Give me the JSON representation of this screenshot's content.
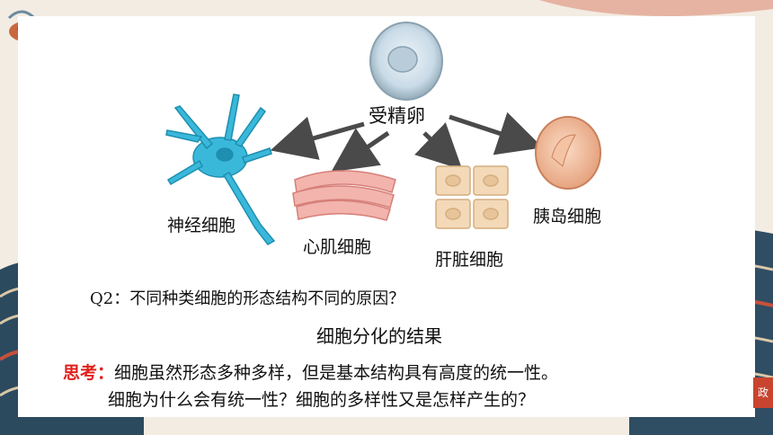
{
  "diagram": {
    "center_label": "受精卵",
    "cells": [
      {
        "label": "神经细胞"
      },
      {
        "label": "心肌细胞"
      },
      {
        "label": "肝脏细胞"
      },
      {
        "label": "胰岛细胞"
      }
    ]
  },
  "question": "Q2：不同种类细胞的形态结构不同的原因？",
  "answer": "细胞分化的结果",
  "think": {
    "keyword": "思考：",
    "line1": "细胞虽然形态多种多样，但是基本结构具有高度的统一性。",
    "line2": "细胞为什么会有统一性？细胞的多样性又是怎样产生的？"
  },
  "decor": {
    "corner_stamp": "政"
  },
  "colors": {
    "keyword": "#e0201b",
    "neuron": "#3ab8da",
    "muscle": "#f2b4ad",
    "liver": "#f3d9b8",
    "islet": "#efb892",
    "zygote": "#c9dbe7"
  }
}
